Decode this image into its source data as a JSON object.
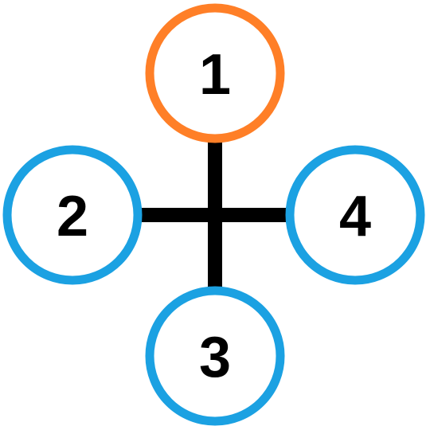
{
  "diagram": {
    "connector_color": "#000000",
    "nodes": [
      {
        "id": "node-1",
        "label": "1",
        "role": "center-top",
        "color": "#ff7f27"
      },
      {
        "id": "node-2",
        "label": "2",
        "role": "left",
        "color": "#1ba1e2"
      },
      {
        "id": "node-3",
        "label": "3",
        "role": "bottom",
        "color": "#1ba1e2"
      },
      {
        "id": "node-4",
        "label": "4",
        "role": "right",
        "color": "#1ba1e2"
      }
    ]
  }
}
